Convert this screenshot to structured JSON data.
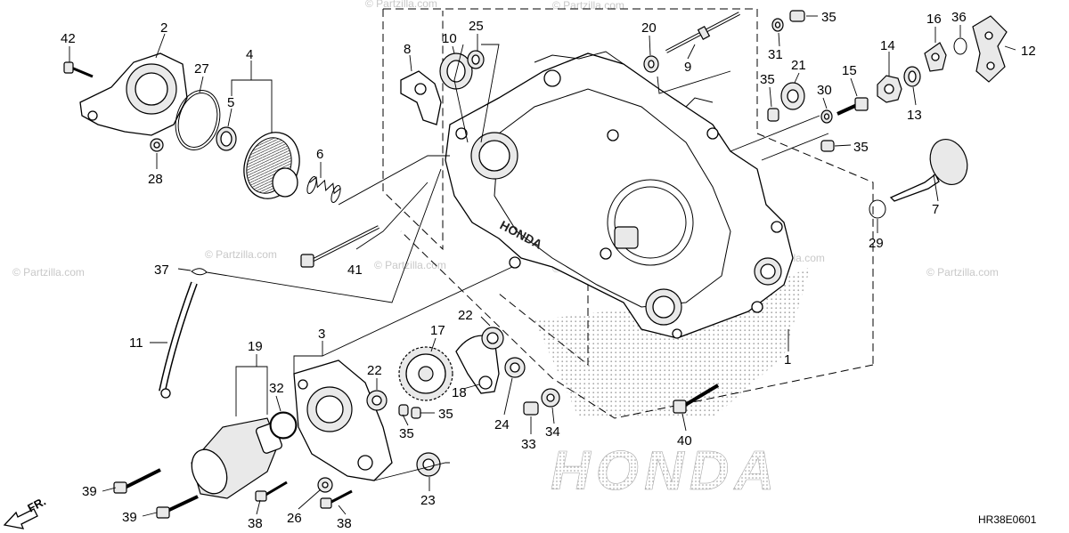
{
  "watermarks": [
    "© Partzilla.com",
    "© Partzilla.com",
    "© Partzilla.com",
    "© Partzilla.com",
    "© Partzilla.com",
    "© Partzilla.com",
    "© Partzilla.com",
    "© Partzilla.com"
  ],
  "diagram_code": "HR38E0601",
  "front_arrow_label": "FR.",
  "brand_text": "HONDA",
  "case_logo_text": "HONDA",
  "callouts": [
    "42",
    "2",
    "27",
    "4",
    "5",
    "28",
    "6",
    "41",
    "37",
    "11",
    "19",
    "32",
    "3",
    "39",
    "39",
    "38",
    "38",
    "26",
    "22",
    "17",
    "22",
    "35",
    "35",
    "18",
    "24",
    "23",
    "33",
    "34",
    "40",
    "1",
    "8",
    "10",
    "25",
    "20",
    "9",
    "31",
    "35",
    "21",
    "35",
    "30",
    "15",
    "14",
    "16",
    "36",
    "12",
    "13",
    "35",
    "7",
    "29"
  ]
}
